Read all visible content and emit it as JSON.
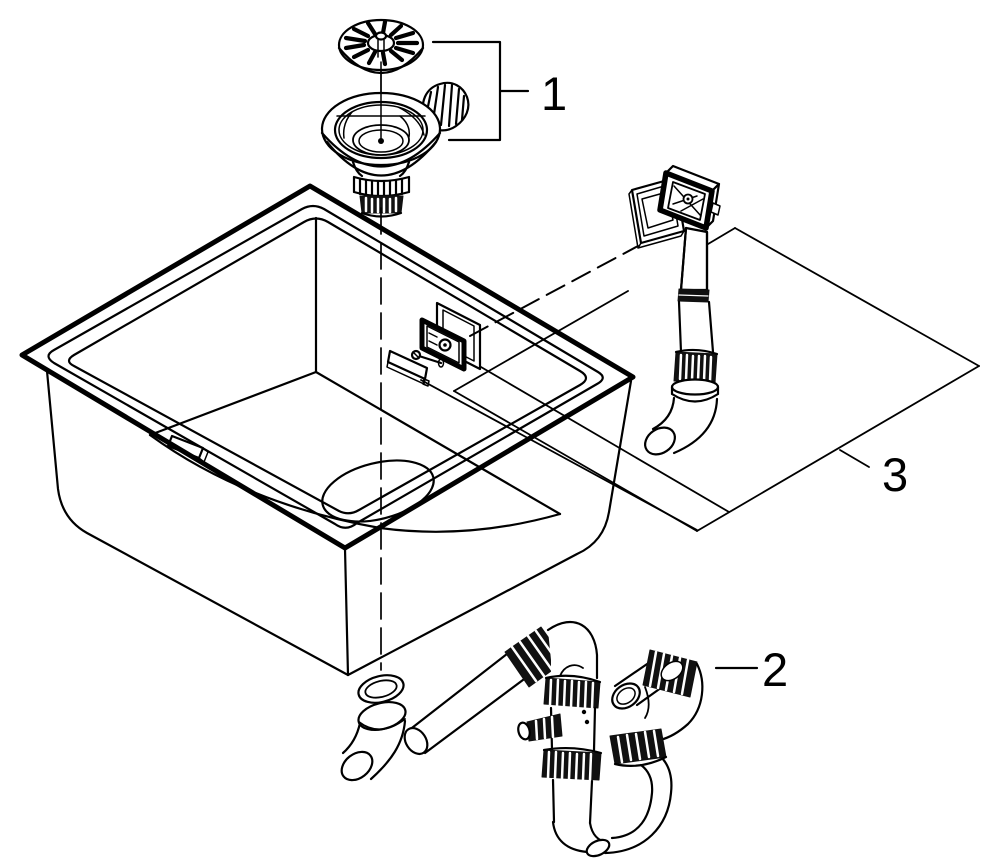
{
  "figure": {
    "type": "exploded-parts-diagram",
    "subject": "kitchen-sink-drain-installation",
    "background_color": "#ffffff",
    "line_color": "#000000"
  },
  "callouts": [
    {
      "number": "1",
      "part": "basket-strainer-waste-assembly"
    },
    {
      "number": "2",
      "part": "trap-drain-pipe-assembly"
    },
    {
      "number": "3",
      "part": "overflow-pipe-assembly"
    }
  ]
}
